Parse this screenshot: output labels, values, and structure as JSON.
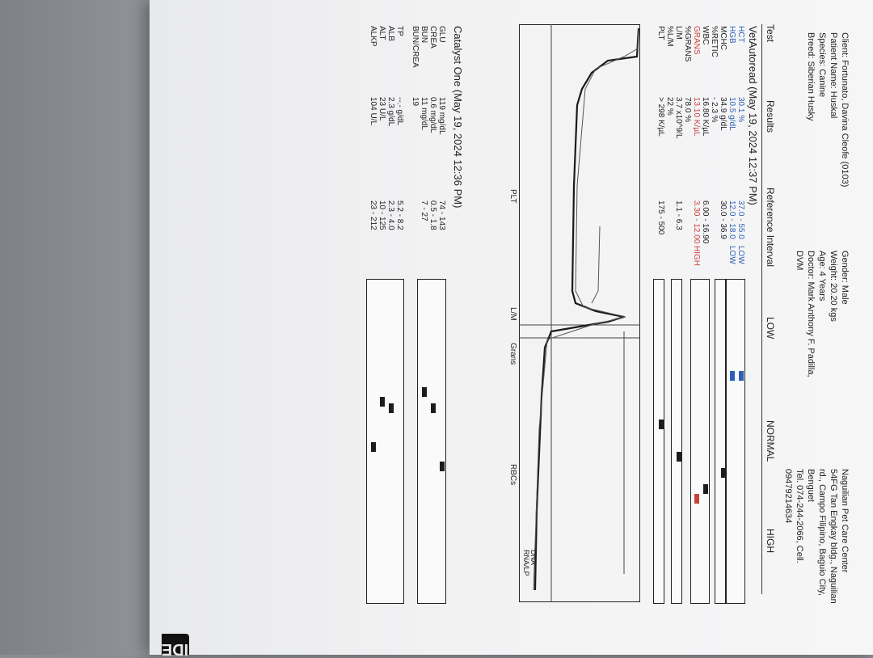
{
  "header": {
    "client": "Client: Fortunato, Davina Cleofe (0103)",
    "patient": "Patient Name: Huskal",
    "species": "Species: Canine",
    "breed": "Breed: Siberian Husky",
    "gender": "Gender: Male",
    "weight": "Weight: 20.20 kgs",
    "age": "Age: 4 Years",
    "doctor": "Doctor: Mark Anthony F. Padilla,",
    "doctor_title": "DVM",
    "clinic_lines": [
      "Naguilian Pet Care Center",
      "54FG Tan Engkay bldg., Naguilian",
      "rd., Campo Filipino, Baguio City,",
      "Benguet",
      "Tel. 074-244-2066,        Cell.",
      "09479214634"
    ]
  },
  "columns": {
    "test": "Test",
    "results": "Results",
    "reference": "Reference Interval",
    "low": "LOW",
    "normal": "NORMAL",
    "high": "HIGH"
  },
  "vetautoread": {
    "title": "VetAutoread (May 19, 2024 12:37 PM)",
    "rows": [
      {
        "test": "HCT",
        "result": "30.1 %",
        "ref": "37.0 - 55.0",
        "flag": "LOW",
        "color": "blue",
        "bar": 0.3
      },
      {
        "test": "HGB",
        "result": "10.5 g/dL",
        "ref": "12.0 - 18.0",
        "flag": "LOW",
        "color": "blue",
        "bar": 0.3
      },
      {
        "test": "MCHC",
        "result": "34.9 g/dL",
        "ref": "30.0 - 36.9",
        "flag": "",
        "color": "",
        "bar": 0.6
      },
      {
        "test": "%RETIC",
        "result": "- 2.3 %",
        "ref": "",
        "flag": "",
        "color": "",
        "bar": null
      },
      {
        "test": "WBC",
        "result": "16.80 K/µL",
        "ref": "6.00 - 16.90",
        "flag": "",
        "color": "",
        "bar": 0.65
      },
      {
        "test": "GRANS",
        "result": "13.10 K/µL",
        "ref": "3.30 - 12.00",
        "flag": "HIGH",
        "color": "red",
        "bar": 0.68
      },
      {
        "test": "%GRANS",
        "result": "78.0 %",
        "ref": "",
        "flag": "",
        "color": "",
        "bar": null
      },
      {
        "test": "L/M",
        "result": "3.7 x10^9/L",
        "ref": "1.1 - 6.3",
        "flag": "",
        "color": "",
        "bar": 0.55
      },
      {
        "test": "%L/M",
        "result": "22 %",
        "ref": "",
        "flag": "",
        "color": "",
        "bar": null
      },
      {
        "test": "PLT",
        "result": "> 298 K/µL",
        "ref": "175 - 500",
        "flag": "",
        "color": "",
        "bar": 0.45
      }
    ],
    "histogram_labels": {
      "plt": "PLT",
      "lm": "L/M",
      "grans": "Grans",
      "rbcs": "RBCs",
      "legend_dna": "DNA",
      "legend_rnalp": "RNA/LP"
    }
  },
  "catalyst": {
    "title": "Catalyst One (May 19, 2024 12:36 PM)",
    "rows": [
      {
        "test": "GLU",
        "result": "119 mg/dL",
        "ref": "74 - 143",
        "bar": 0.58
      },
      {
        "test": "CREA",
        "result": "0.6 mg/dL",
        "ref": "0.5 - 1.8",
        "bar": 0.4
      },
      {
        "test": "BUN",
        "result": "11 mg/dL",
        "ref": "7 - 27",
        "bar": 0.35
      },
      {
        "test": "BUN/CREA",
        "result": "19",
        "ref": "",
        "bar": null
      },
      {
        "test": "TP",
        "result": "--.- g/dL",
        "ref": "5.2 - 8.2",
        "bar": null
      },
      {
        "test": "ALB",
        "result": "2.3 g/dL",
        "ref": "2.3 - 4.0",
        "bar": 0.4
      },
      {
        "test": "ALT",
        "result": "23 U/L",
        "ref": "10 - 125",
        "bar": 0.38
      },
      {
        "test": "ALKP",
        "result": "104 U/L",
        "ref": "23 - 212",
        "bar": 0.52
      }
    ]
  },
  "logo_text": "IDE"
}
